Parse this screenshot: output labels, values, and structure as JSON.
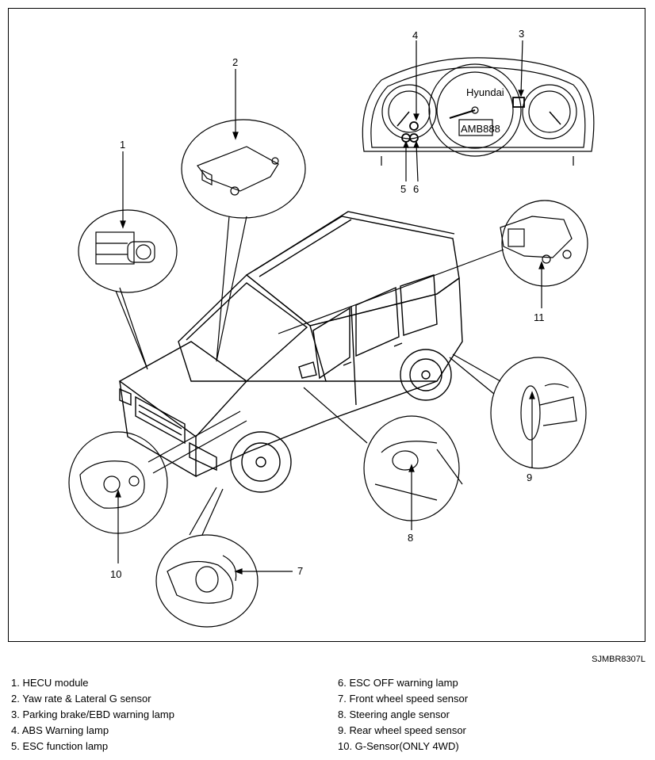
{
  "diagram": {
    "callouts": [
      "1",
      "2",
      "3",
      "4",
      "5",
      "6",
      "7",
      "8",
      "9",
      "10",
      "11"
    ],
    "gauge_text": [
      "Hyundai",
      "AMB888"
    ]
  },
  "figure_code": "SJMBR8307L",
  "legend": {
    "left": [
      "1. HECU module",
      "2. Yaw rate & Lateral G sensor",
      "3. Parking brake/EBD warning lamp",
      "4. ABS Warning lamp",
      "5. ESC function lamp"
    ],
    "right": [
      "6. ESC OFF warning lamp",
      "7. Front wheel speed sensor",
      "8. Steering angle sensor",
      "9. Rear wheel speed sensor",
      "10. G-Sensor(ONLY 4WD)"
    ]
  }
}
